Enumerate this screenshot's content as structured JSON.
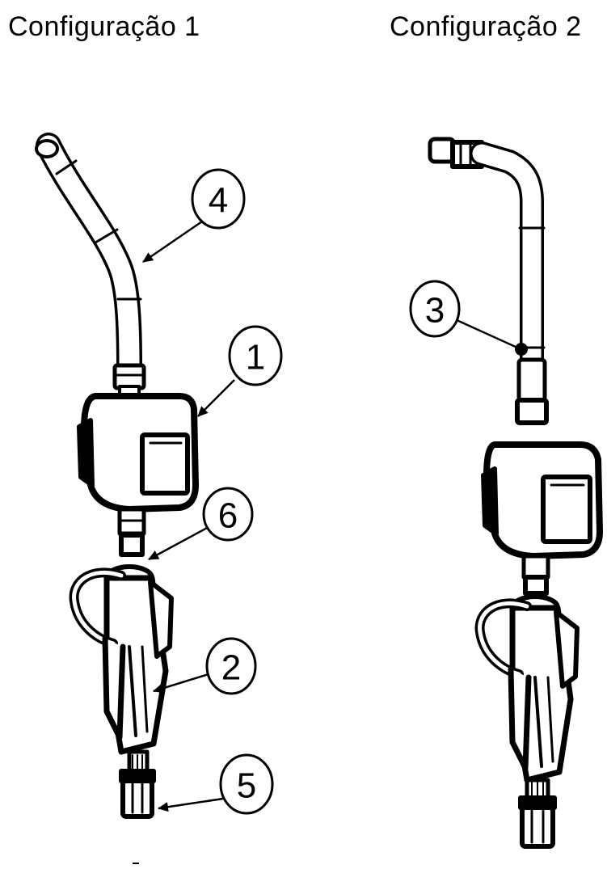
{
  "titles": {
    "config1": "Configuração 1",
    "config2": "Configuração 2"
  },
  "callouts": {
    "c1": "1",
    "c2": "2",
    "c3": "3",
    "c4": "4",
    "c5": "5",
    "c6": "6"
  },
  "colors": {
    "ink": "#000000",
    "paper": "#ffffff"
  }
}
